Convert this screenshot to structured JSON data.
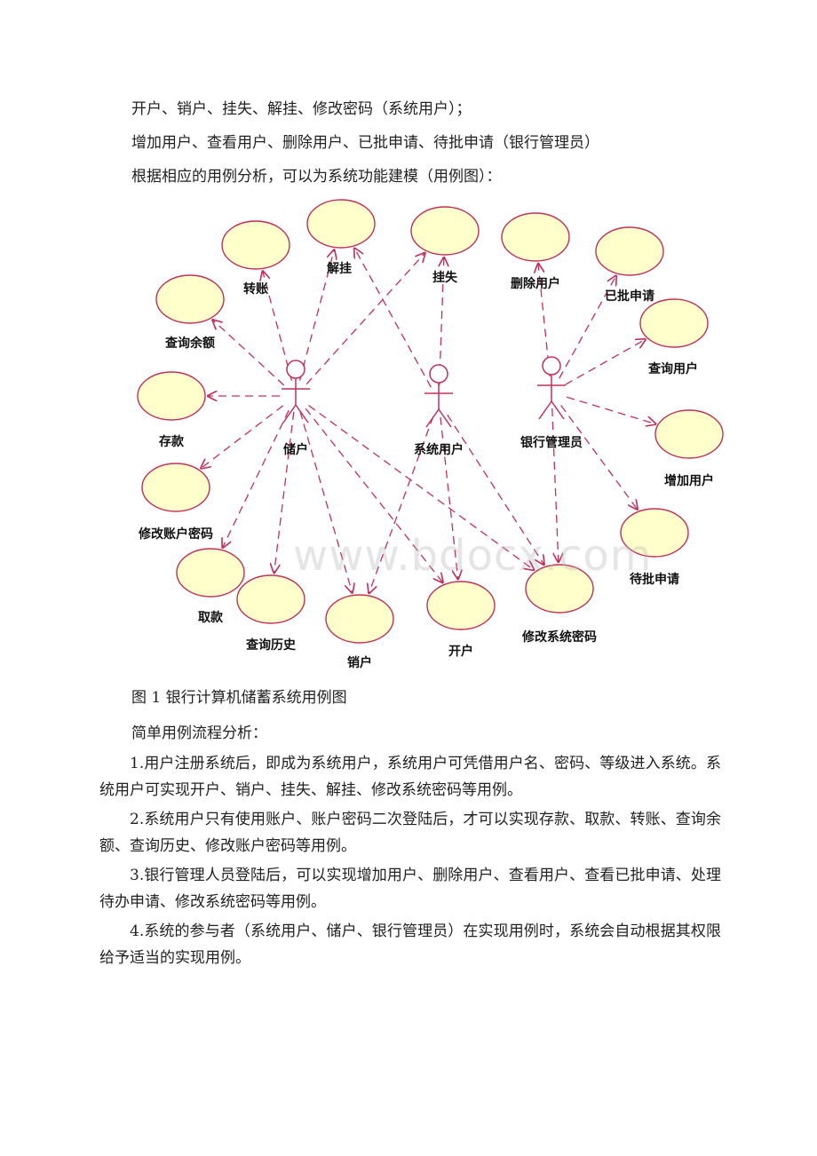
{
  "intro": {
    "line1": "开户、销户、挂失、解挂、修改密码（系统用户）；",
    "line2": "增加用户、查看用户、删除用户、已批申请、待批申请（银行管理员）",
    "line3": "根据相应的用例分析，可以为系统功能建模（用例图）："
  },
  "diagram": {
    "use_cases": [
      {
        "id": "jiegua",
        "label": "解挂"
      },
      {
        "id": "guashi",
        "label": "挂失"
      },
      {
        "id": "zhuanzhang",
        "label": "转账"
      },
      {
        "id": "shanchu",
        "label": "删除用户"
      },
      {
        "id": "yipi",
        "label": "已批申请"
      },
      {
        "id": "chaxunyue",
        "label": "查询余额"
      },
      {
        "id": "chakanyonghu",
        "label": "查询用户"
      },
      {
        "id": "cunkuan",
        "label": "存款"
      },
      {
        "id": "zengjia",
        "label": "增加用户"
      },
      {
        "id": "xiugaizhanghu",
        "label": "修改账户密码"
      },
      {
        "id": "daipi",
        "label": "待批申请"
      },
      {
        "id": "qukuan",
        "label": "取款"
      },
      {
        "id": "lishi",
        "label": "查询历史"
      },
      {
        "id": "xiaohu",
        "label": "销户"
      },
      {
        "id": "kaihu",
        "label": "开户"
      },
      {
        "id": "xiugaixitong",
        "label": "修改系统密码"
      }
    ],
    "actors": [
      {
        "id": "chuhu",
        "label": "储户"
      },
      {
        "id": "xitong",
        "label": "系统用户"
      },
      {
        "id": "guanli",
        "label": "银行管理员"
      }
    ],
    "associations": [
      [
        "chuhu",
        "zhuanzhang"
      ],
      [
        "chuhu",
        "jiegua"
      ],
      [
        "chuhu",
        "guashi"
      ],
      [
        "chuhu",
        "chaxunyue"
      ],
      [
        "chuhu",
        "cunkuan"
      ],
      [
        "chuhu",
        "xiugaizhanghu"
      ],
      [
        "chuhu",
        "qukuan"
      ],
      [
        "chuhu",
        "lishi"
      ],
      [
        "chuhu",
        "xiaohu"
      ],
      [
        "chuhu",
        "kaihu"
      ],
      [
        "chuhu",
        "xiugaixitong"
      ],
      [
        "xitong",
        "jiegua"
      ],
      [
        "xitong",
        "guashi"
      ],
      [
        "xitong",
        "xiaohu"
      ],
      [
        "xitong",
        "kaihu"
      ],
      [
        "xitong",
        "xiugaixitong"
      ],
      [
        "guanli",
        "shanchu"
      ],
      [
        "guanli",
        "yipi"
      ],
      [
        "guanli",
        "chakanyonghu"
      ],
      [
        "guanli",
        "zengjia"
      ],
      [
        "guanli",
        "daipi"
      ],
      [
        "guanli",
        "xiugaixitong"
      ]
    ],
    "colors": {
      "ellipse_fill": "#ffffcc",
      "ellipse_stroke": "#c0305a",
      "line": "#c0305a"
    },
    "watermark": "www.bdocx.com"
  },
  "caption": "图 1 银行计算机储蓄系统用例图",
  "section_title": "简单用例流程分析：",
  "paragraphs": [
    "1.用户注册系统后，即成为系统用户，系统用户可凭借用户名、密码、等级进入系统。系统用户可实现开户、销户、挂失、解挂、修改系统密码等用例。",
    "2.系统用户只有使用账户、账户密码二次登陆后，才可以实现存款、取款、转账、查询余额、查询历史、修改账户密码等用例。",
    "3.银行管理人员登陆后，可以实现增加用户、删除用户、查看用户、查看已批申请、处理待办申请、修改系统密码等用例。",
    "4.系统的参与者（系统用户、储户、银行管理员）在实现用例时，系统会自动根据其权限给予适当的实现用例。"
  ]
}
